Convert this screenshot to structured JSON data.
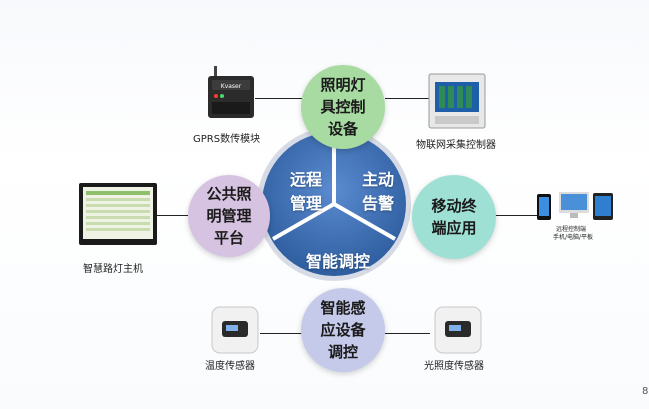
{
  "hub": {
    "remote_management": "远程管理",
    "active_alarm": "主动告警",
    "smart_control": "智能调控"
  },
  "nodes": {
    "top": "照明灯具控制设备",
    "left": "公共照明管理平台",
    "right": "移动终端应用",
    "bottom": "智能感应设备调控"
  },
  "captions": {
    "gprs": "GPRS数传模块",
    "iot_collector": "物联网采集控制器",
    "host": "智慧路灯主机",
    "remote_terminal_1": "远程控制端",
    "remote_terminal_2": "手机/电脑/平板",
    "temp_sensor": "温度传感器",
    "light_sensor": "光照度传感器"
  },
  "device_texts": {
    "gprs_brand": "Kvaser"
  },
  "page_number": "8",
  "colors": {
    "hub_blue": "#3f72b4",
    "green": "#a7dba2",
    "purple": "#d6c3e2",
    "teal": "#9fe0d5",
    "lavender": "#c5c9ea"
  }
}
